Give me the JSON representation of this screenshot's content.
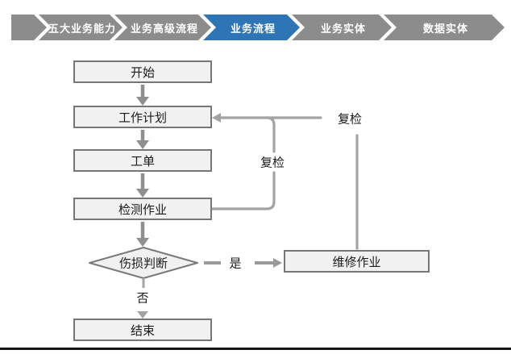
{
  "nav": {
    "items": [
      {
        "label": "五大业务能力",
        "active": false
      },
      {
        "label": "业务高级流程",
        "active": false
      },
      {
        "label": "业务流程",
        "active": true
      },
      {
        "label": "业务实体",
        "active": false
      },
      {
        "label": "数据实体",
        "active": false
      }
    ]
  },
  "flowchart": {
    "nodes": {
      "start": "开始",
      "plan": "工作计划",
      "order": "工单",
      "inspect": "检测作业",
      "decision": "伤损判断",
      "end": "结束",
      "repair": "维修作业"
    },
    "edge_labels": {
      "recheck_inner": "复检",
      "recheck_outer": "复检",
      "yes": "是",
      "no": "否"
    }
  },
  "colors": {
    "nav_gray": "#8C8C8C",
    "accent_blue": "#2E75B6",
    "box_fill": "#F1F1F1",
    "box_border": "#767676",
    "arrow_gray": "#8F8F8F",
    "wire_gray": "#A3A3A3"
  }
}
